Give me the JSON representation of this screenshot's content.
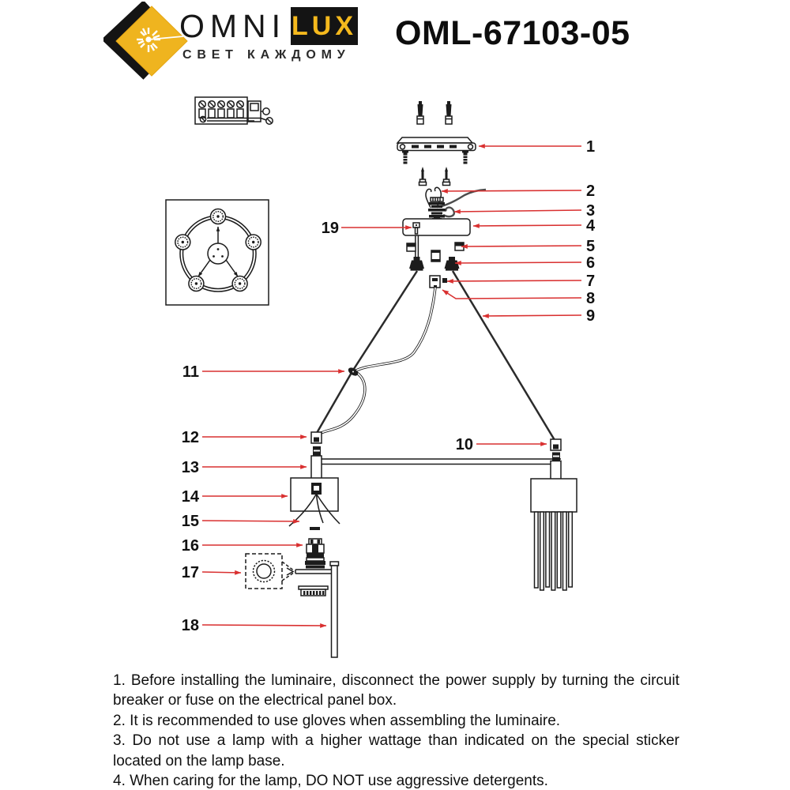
{
  "header": {
    "brand_left": "OMNI",
    "brand_right": "LUX",
    "tagline": "СВЕТ КАЖДОМУ",
    "model": "OML-67103-05"
  },
  "colors": {
    "accent_red": "#D93030",
    "brand_yellow": "#EFB41F",
    "brand_black": "#141414",
    "ink": "#1C1C1C"
  },
  "diagram": {
    "labels": [
      "1",
      "2",
      "3",
      "4",
      "5",
      "6",
      "7",
      "8",
      "9",
      "10",
      "11",
      "12",
      "13",
      "14",
      "15",
      "16",
      "17",
      "18",
      "19"
    ]
  },
  "instructions": {
    "lines": [
      "1. Before installing the luminaire, disconnect the power supply by turning the circuit breaker or fuse on the electrical panel box.",
      "2. It is recommended to use gloves when assembling the luminaire.",
      "3. Do not use a lamp with a higher wattage than indicated on the special sticker located on the lamp base.",
      "4. When caring for the lamp, DO NOT use aggressive detergents."
    ]
  }
}
